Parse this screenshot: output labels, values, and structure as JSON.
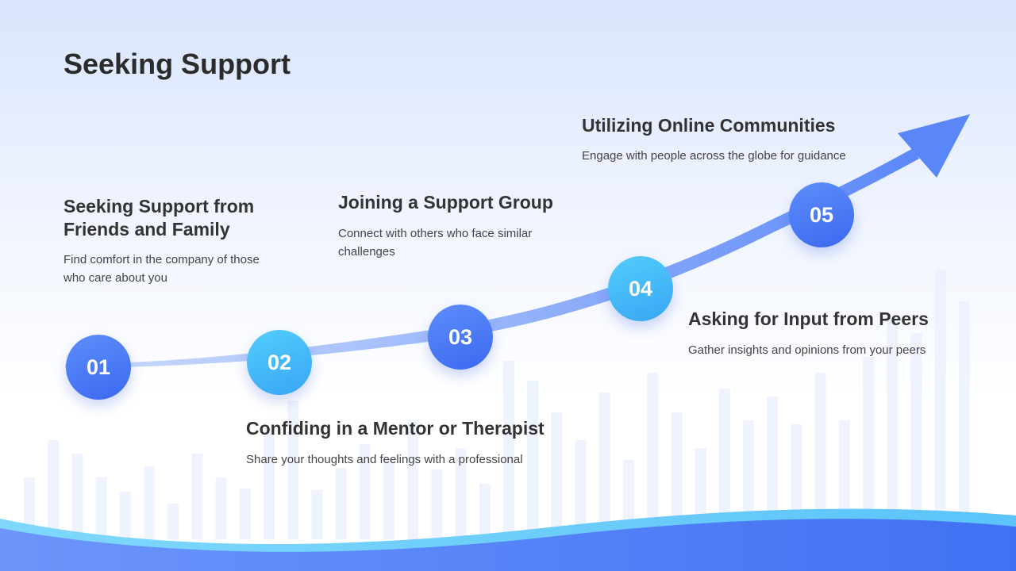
{
  "title": "Seeking Support",
  "colors": {
    "accent_blue": "#4a78f5",
    "accent_cyan": "#45bcf8",
    "wave_blue": "#4d7bf6",
    "text_dark": "#2b2b2b"
  },
  "steps": [
    {
      "number": "01",
      "heading_lines": [
        "Seeking Support from",
        "Friends and Family"
      ],
      "desc_lines": [
        "Find comfort in the company of those",
        "who care about you"
      ]
    },
    {
      "number": "02",
      "heading_lines": [
        "Confiding in a Mentor or Therapist"
      ],
      "desc_lines": [
        "Share your thoughts and feelings with a professional"
      ]
    },
    {
      "number": "03",
      "heading_lines": [
        "Joining a Support Group"
      ],
      "desc_lines": [
        "Connect with others who face similar",
        "challenges"
      ]
    },
    {
      "number": "04",
      "heading_lines": [
        "Asking for Input from Peers"
      ],
      "desc_lines": [
        "Gather insights and opinions from your peers"
      ]
    },
    {
      "number": "05",
      "heading_lines": [
        "Utilizing Online Communities"
      ],
      "desc_lines": [
        "Engage with people across the globe for guidance"
      ]
    }
  ]
}
